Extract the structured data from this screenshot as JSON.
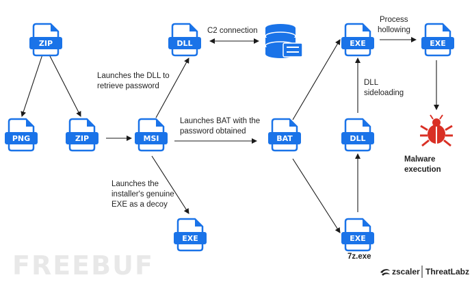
{
  "colors": {
    "icon_blue": "#1a73e8",
    "fold_blue": "#9cc2f5",
    "db_blue": "#1a73e8",
    "malware_red": "#d93025",
    "arrow": "#1a1a1a"
  },
  "nodes": {
    "zip_top": "ZIP",
    "png": "PNG",
    "zip_mid": "ZIP",
    "msi": "MSI",
    "dll_top": "DLL",
    "exe_decoy": "EXE",
    "bat": "BAT",
    "exe_top": "EXE",
    "dll_mid": "DLL",
    "exe_7z": "EXE",
    "exe_final": "EXE"
  },
  "labels": {
    "c2": "C2 connection",
    "launch_dll_1": "Launches the DLL to",
    "launch_dll_2": "retrieve password",
    "launch_bat_1": "Launches BAT with the",
    "launch_bat_2": "password obtained",
    "decoy_1": "Launches the",
    "decoy_2": "installer's genuine",
    "decoy_3": "EXE as a decoy",
    "process_1": "Process",
    "process_2": "hollowing",
    "sideload_1": "DLL",
    "sideload_2": "sideloading",
    "sevenz": "7z.exe",
    "malware": "Malware execution"
  },
  "icons": {
    "database": "database-icon",
    "malware": "bug-icon",
    "file": "file-icon"
  },
  "footer": {
    "zscaler": "zscaler",
    "threatlabz": "ThreatLabz",
    "watermark": "FREEBUF"
  }
}
